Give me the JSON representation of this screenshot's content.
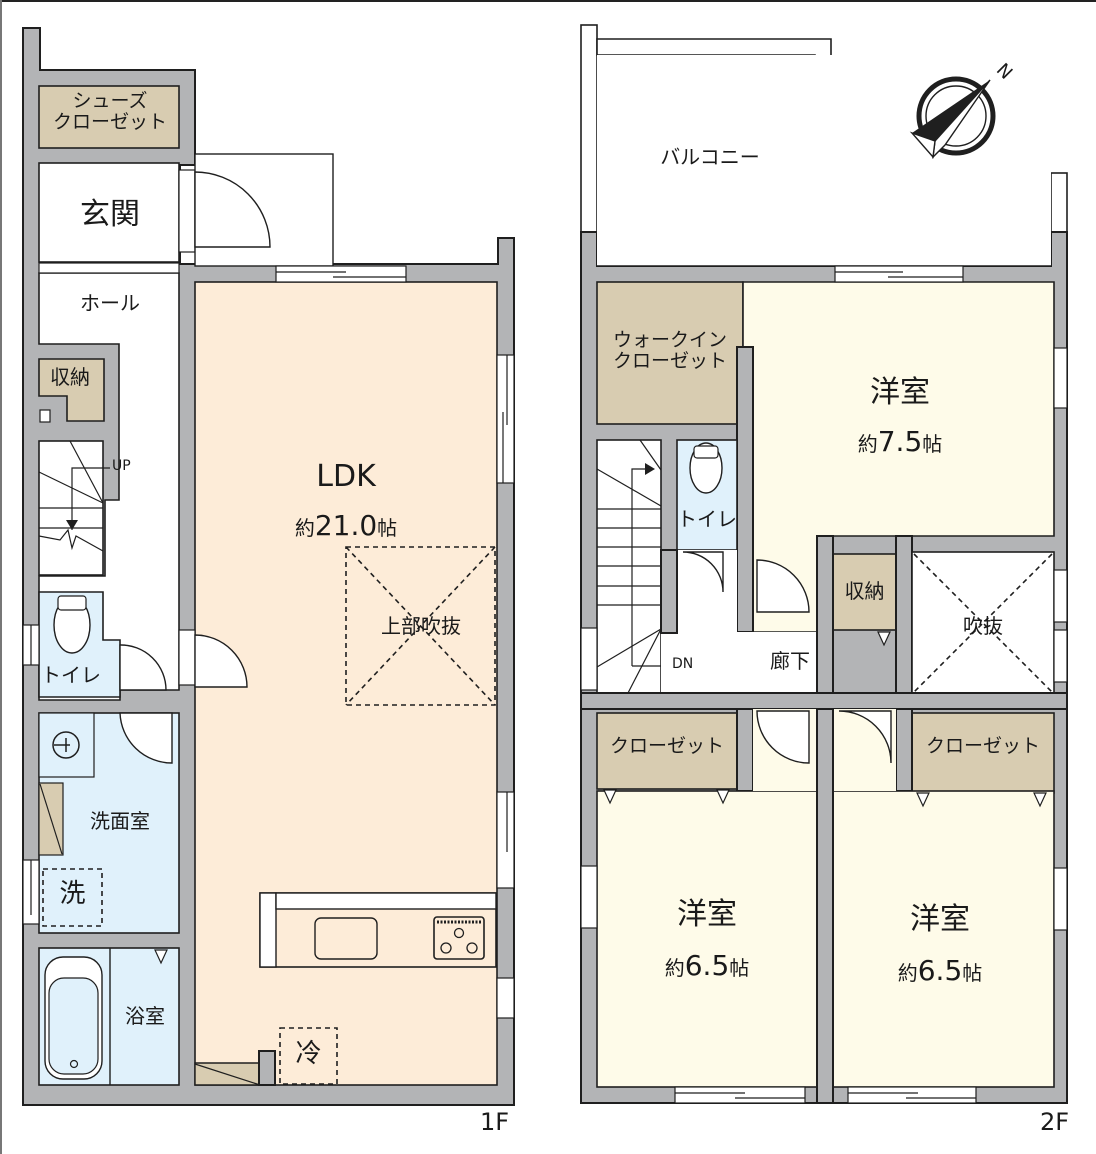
{
  "colors": {
    "wall": "#b3b4b6",
    "wall_outline": "#1f1f1f",
    "ldk_floor": "#fdecd8",
    "western_room_floor": "#fefbe9",
    "storage_floor": "#d8ccb1",
    "wet_area_floor": "#e0f1fb",
    "open_floor": "#ffffff"
  },
  "floor1": {
    "tag": "1F",
    "rooms": {
      "shoe_closet": "シューズ\nクローゼット",
      "entrance": "玄関",
      "hall": "ホール",
      "storage": "収納",
      "stairs_label": "UP",
      "toilet": "トイレ",
      "ldk": {
        "name": "LDK",
        "area_prefix": "約",
        "area_value": "21.0",
        "area_unit": "帖"
      },
      "open_ceiling_above": "上部吹抜",
      "washroom": "洗面室",
      "washer_mark": "洗",
      "bathroom": "浴室",
      "fridge_mark": "冷"
    }
  },
  "floor2": {
    "tag": "2F",
    "rooms": {
      "balcony": "バルコニー",
      "walk_in_closet": "ウォークイン\nクローゼット",
      "western_room_main": {
        "name": "洋室",
        "area_prefix": "約",
        "area_value": "7.5",
        "area_unit": "帖"
      },
      "toilet": "トイレ",
      "stairs_label": "DN",
      "storage": "収納",
      "void": "吹抜",
      "corridor": "廊下",
      "closet_left": "クローゼット",
      "closet_right": "クローゼット",
      "western_room_left": {
        "name": "洋室",
        "area_prefix": "約",
        "area_value": "6.5",
        "area_unit": "帖"
      },
      "western_room_right": {
        "name": "洋室",
        "area_prefix": "約",
        "area_value": "6.5",
        "area_unit": "帖"
      }
    }
  },
  "compass": {
    "label": "N",
    "icon": "north-arrow-icon"
  }
}
